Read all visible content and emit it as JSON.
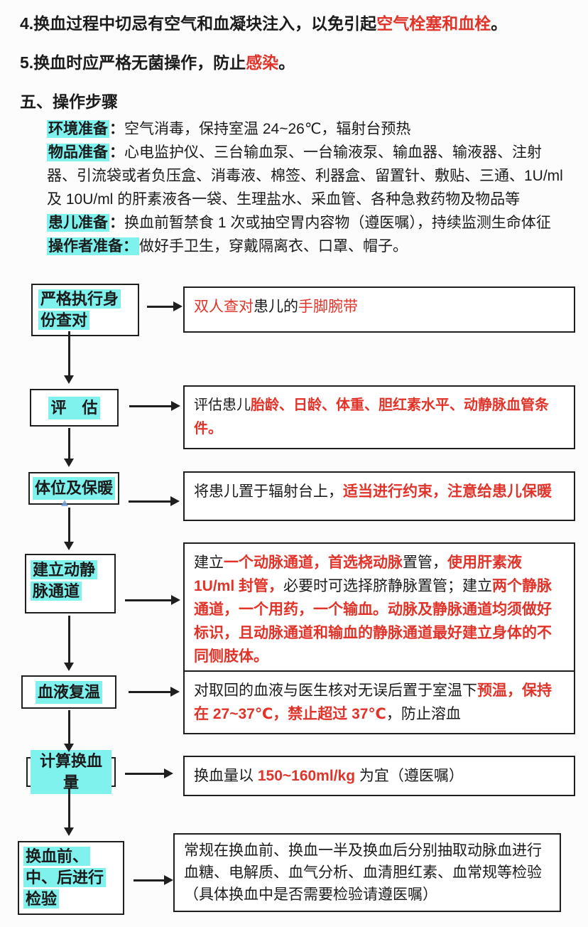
{
  "palette": {
    "highlight": "#7ff2ee",
    "red": "#e0342a",
    "text": "#1b1b1b",
    "border": "#1f1f1f",
    "page_bg": "#fcfcfc",
    "caret_blue": "#6f9ed8"
  },
  "intro": {
    "point4": {
      "segments": [
        {
          "text": "4.换血过程中切忌有空气和血凝块注入，以免引起",
          "color": "black"
        },
        {
          "text": "空气栓塞和血栓",
          "color": "red"
        },
        {
          "text": "。",
          "color": "black"
        }
      ]
    },
    "point5": {
      "segments": [
        {
          "text": "5.换血时应严格无菌操作，防止",
          "color": "black"
        },
        {
          "text": "感染",
          "color": "red"
        },
        {
          "text": "。",
          "color": "black"
        }
      ]
    },
    "section_title": "五、操作步骤",
    "preparations": [
      {
        "label": "环境准备",
        "colon": "：",
        "text": "空气消毒，保持室温 24~26℃，辐射台预热"
      },
      {
        "label": "物品准备",
        "colon": "：",
        "text": "心电监护仪、三台输血泵、一台输液泵、输血器、输液器、注射器、引流袋或者负压盒、消毒液、棉签、利器盒、留置针、敷贴、三通、1U/ml 及 10U/ml 的肝素液各一袋、生理盐水、采血管、各种急救药物及物品等"
      },
      {
        "label": "患儿准备",
        "colon": "：",
        "text": "换血前暂禁食 1 次或抽空胃内容物（遵医嘱），持续监测生命体征"
      },
      {
        "label": "操作者准备：",
        "colon": "",
        "text": "做好手卫生，穿戴隔离衣、口罩、帽子。"
      }
    ]
  },
  "flow": {
    "steps": [
      {
        "box": "严格执行身份查对",
        "segments": [
          {
            "text": "双人查对",
            "color": "red"
          },
          {
            "text": "患儿的",
            "color": "black"
          },
          {
            "text": "手脚腕带",
            "color": "red"
          }
        ]
      },
      {
        "box": "评　估",
        "segments": [
          {
            "text": "评估患儿",
            "color": "black"
          },
          {
            "text": "胎龄、日龄、体重、胆红素水平、动静脉血管条件。",
            "color": "red"
          }
        ]
      },
      {
        "box": "体位及保暖",
        "segments": [
          {
            "text": "将患儿置于辐射台上，",
            "color": "black"
          },
          {
            "text": "适当进行约束，注意给患儿保暖",
            "color": "red"
          }
        ]
      },
      {
        "box": "建立动静脉通道",
        "segments": [
          {
            "text": "建立",
            "color": "black"
          },
          {
            "text": "一个动脉通道，首选桡动脉",
            "color": "red"
          },
          {
            "text": "置管，",
            "color": "black"
          },
          {
            "text": "使用肝素液 1U/ml 封管，",
            "color": "red"
          },
          {
            "text": "必要时可选择脐静脉置管；建立",
            "color": "black"
          },
          {
            "text": "两个静脉通道，一个用药，一个输血。动脉及静脉通道均须做好标识，且动脉通道和输血的静脉通道最好建立身体的不同侧肢体。",
            "color": "red"
          }
        ]
      },
      {
        "box": "血液复温",
        "segments": [
          {
            "text": "对取回的血液与医生核对无误后置于室温下",
            "color": "black"
          },
          {
            "text": "预温，保持在 27~37℃，禁止超过 37℃",
            "color": "red"
          },
          {
            "text": "，防止溶血",
            "color": "black"
          }
        ]
      },
      {
        "box": "计算换血量",
        "segments": [
          {
            "text": "换血量以 ",
            "color": "black"
          },
          {
            "text": "150~160ml/kg",
            "color": "red"
          },
          {
            "text": " 为宜（遵医嘱）",
            "color": "black"
          }
        ]
      },
      {
        "box": "换血前、中、后进行检验",
        "segments": [
          {
            "text": "常规在换血前、换血一半及换血后分别抽取动脉血进行血糖、电解质、血气分析、血清胆红素、血常规等检验（具体换血中是否需要检验请遵医嘱）",
            "color": "black"
          }
        ]
      }
    ]
  }
}
